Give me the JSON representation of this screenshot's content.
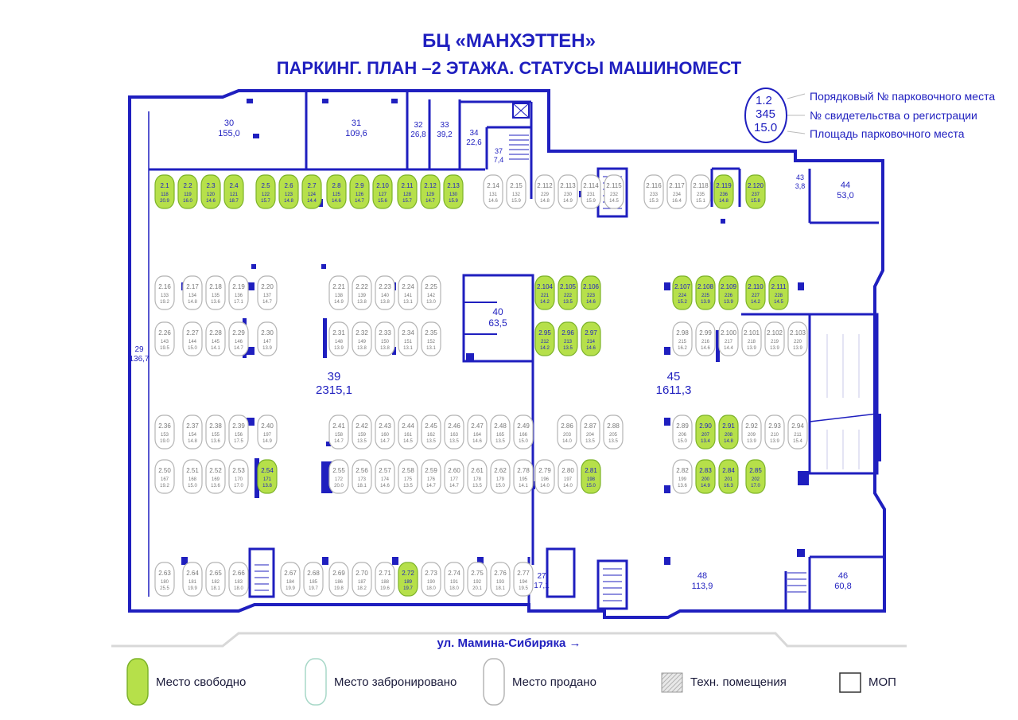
{
  "title": "БЦ «МАНХЭТТЕН»",
  "subtitle": "ПАРКИНГ. ПЛАН –2 ЭТАЖА. СТАТУСЫ МАШИНОМЕСТ",
  "key": {
    "sample_num": "1.2",
    "sample_cert": "345",
    "sample_area": "15.0",
    "line_num": "Порядковый № парковочного места",
    "line_cert": "№ свидетельства о регистрации",
    "line_area": "Площадь парковочного места"
  },
  "street": "ул. Мамина-Сибиряка →",
  "legend": {
    "free": "Место свободно",
    "reserved": "Место забронировано",
    "sold": "Место продано",
    "tech": "Техн. помещения",
    "mop": "МОП"
  },
  "colors": {
    "wall": "#1f1fbf",
    "free_fill": "#b6e04a",
    "free_stroke": "#7db32a",
    "reserved_stroke": "#a8d8c8",
    "sold_stroke": "#b5b5b5",
    "text_blue": "#1f1fbf",
    "text_grey": "#777777"
  },
  "rooms": [
    {
      "id": "r30",
      "num": "30",
      "area": "155,0"
    },
    {
      "id": "r31",
      "num": "31",
      "area": "109,6"
    },
    {
      "id": "r32",
      "num": "32",
      "area": "26,8"
    },
    {
      "id": "r33",
      "num": "33",
      "area": "39,2"
    },
    {
      "id": "r34",
      "num": "34",
      "area": "22,6"
    },
    {
      "id": "r37",
      "num": "37",
      "area": "7,4"
    },
    {
      "id": "r43",
      "num": "43",
      "area": "3,8"
    },
    {
      "id": "r44",
      "num": "44",
      "area": "53,0"
    },
    {
      "id": "r29",
      "num": "29",
      "area": "136,7"
    },
    {
      "id": "r40",
      "num": "40",
      "area": "63,5"
    },
    {
      "id": "r39",
      "num": "39",
      "area": "2315,1"
    },
    {
      "id": "r45",
      "num": "45",
      "area": "1611,3"
    },
    {
      "id": "r27",
      "num": "27",
      "area": "17,1"
    },
    {
      "id": "r48",
      "num": "48",
      "area": "113,9"
    },
    {
      "id": "r46",
      "num": "46",
      "area": "60,8"
    }
  ],
  "spots": [
    {
      "num": "2.1",
      "cert": "118",
      "area": "20.9",
      "status": "free"
    },
    {
      "num": "2.2",
      "cert": "119",
      "area": "16.0",
      "status": "free"
    },
    {
      "num": "2.3",
      "cert": "120",
      "area": "14.6",
      "status": "free"
    },
    {
      "num": "2.4",
      "cert": "121",
      "area": "18.7",
      "status": "free"
    },
    {
      "num": "2.5",
      "cert": "122",
      "area": "15.7",
      "status": "free"
    },
    {
      "num": "2.6",
      "cert": "123",
      "area": "14.8",
      "status": "free"
    },
    {
      "num": "2.7",
      "cert": "124",
      "area": "14.4",
      "status": "free"
    },
    {
      "num": "2.8",
      "cert": "125",
      "area": "14.6",
      "status": "free"
    },
    {
      "num": "2.9",
      "cert": "126",
      "area": "14.7",
      "status": "free"
    },
    {
      "num": "2.10",
      "cert": "127",
      "area": "15.6",
      "status": "free"
    },
    {
      "num": "2.11",
      "cert": "128",
      "area": "15.7",
      "status": "free"
    },
    {
      "num": "2.12",
      "cert": "129",
      "area": "14.7",
      "status": "free"
    },
    {
      "num": "2.13",
      "cert": "130",
      "area": "15.9",
      "status": "free"
    },
    {
      "num": "2.14",
      "cert": "131",
      "area": "14.6",
      "status": "sold"
    },
    {
      "num": "2.15",
      "cert": "132",
      "area": "15.9",
      "status": "sold"
    },
    {
      "num": "2.112",
      "cert": "229",
      "area": "14.8",
      "status": "sold"
    },
    {
      "num": "2.113",
      "cert": "230",
      "area": "14.9",
      "status": "sold"
    },
    {
      "num": "2.114",
      "cert": "231",
      "area": "15.9",
      "status": "sold"
    },
    {
      "num": "2.115",
      "cert": "232",
      "area": "14.5",
      "status": "sold"
    },
    {
      "num": "2.116",
      "cert": "233",
      "area": "15.3",
      "status": "sold"
    },
    {
      "num": "2.117",
      "cert": "234",
      "area": "16.4",
      "status": "sold"
    },
    {
      "num": "2.118",
      "cert": "235",
      "area": "15.1",
      "status": "sold"
    },
    {
      "num": "2.119",
      "cert": "236",
      "area": "14.8",
      "status": "free"
    },
    {
      "num": "2.120",
      "cert": "237",
      "area": "15.8",
      "status": "free"
    },
    {
      "num": "2.16",
      "cert": "133",
      "area": "19.2",
      "status": "sold"
    },
    {
      "num": "2.17",
      "cert": "134",
      "area": "14.8",
      "status": "sold"
    },
    {
      "num": "2.18",
      "cert": "135",
      "area": "13.6",
      "status": "sold"
    },
    {
      "num": "2.19",
      "cert": "136",
      "area": "17.1",
      "status": "sold"
    },
    {
      "num": "2.20",
      "cert": "137",
      "area": "14.7",
      "status": "sold"
    },
    {
      "num": "2.21",
      "cert": "138",
      "area": "14.9",
      "status": "sold"
    },
    {
      "num": "2.22",
      "cert": "139",
      "area": "13.8",
      "status": "sold"
    },
    {
      "num": "2.23",
      "cert": "140",
      "area": "13.8",
      "status": "sold"
    },
    {
      "num": "2.24",
      "cert": "141",
      "area": "13.1",
      "status": "sold"
    },
    {
      "num": "2.25",
      "cert": "142",
      "area": "13.0",
      "status": "sold"
    },
    {
      "num": "2.104",
      "cert": "221",
      "area": "14.2",
      "status": "free"
    },
    {
      "num": "2.105",
      "cert": "222",
      "area": "13.5",
      "status": "free"
    },
    {
      "num": "2.106",
      "cert": "223",
      "area": "14.6",
      "status": "free"
    },
    {
      "num": "2.107",
      "cert": "224",
      "area": "15.2",
      "status": "free"
    },
    {
      "num": "2.108",
      "cert": "225",
      "area": "13.9",
      "status": "free"
    },
    {
      "num": "2.109",
      "cert": "226",
      "area": "13.9",
      "status": "free"
    },
    {
      "num": "2.110",
      "cert": "227",
      "area": "14.2",
      "status": "free"
    },
    {
      "num": "2.111",
      "cert": "228",
      "area": "14.5",
      "status": "free"
    },
    {
      "num": "2.26",
      "cert": "143",
      "area": "19.5",
      "status": "sold"
    },
    {
      "num": "2.27",
      "cert": "144",
      "area": "15.0",
      "status": "sold"
    },
    {
      "num": "2.28",
      "cert": "145",
      "area": "14.1",
      "status": "sold"
    },
    {
      "num": "2.29",
      "cert": "146",
      "area": "14.7",
      "status": "sold"
    },
    {
      "num": "2.30",
      "cert": "147",
      "area": "13.9",
      "status": "sold"
    },
    {
      "num": "2.31",
      "cert": "148",
      "area": "13.9",
      "status": "sold"
    },
    {
      "num": "2.32",
      "cert": "149",
      "area": "13.8",
      "status": "sold"
    },
    {
      "num": "2.33",
      "cert": "150",
      "area": "13.8",
      "status": "sold"
    },
    {
      "num": "2.34",
      "cert": "151",
      "area": "13.1",
      "status": "sold"
    },
    {
      "num": "2.35",
      "cert": "152",
      "area": "13.1",
      "status": "sold"
    },
    {
      "num": "2.95",
      "cert": "212",
      "area": "14.2",
      "status": "free"
    },
    {
      "num": "2.96",
      "cert": "213",
      "area": "13.5",
      "status": "free"
    },
    {
      "num": "2.97",
      "cert": "214",
      "area": "14.6",
      "status": "free"
    },
    {
      "num": "2.98",
      "cert": "215",
      "area": "16.2",
      "status": "sold"
    },
    {
      "num": "2.99",
      "cert": "216",
      "area": "14.6",
      "status": "sold"
    },
    {
      "num": "2.100",
      "cert": "217",
      "area": "14.4",
      "status": "sold"
    },
    {
      "num": "2.101",
      "cert": "218",
      "area": "13.9",
      "status": "sold"
    },
    {
      "num": "2.102",
      "cert": "219",
      "area": "13.9",
      "status": "sold"
    },
    {
      "num": "2.103",
      "cert": "220",
      "area": "13.9",
      "status": "sold"
    },
    {
      "num": "2.36",
      "cert": "153",
      "area": "19.0",
      "status": "sold"
    },
    {
      "num": "2.37",
      "cert": "154",
      "area": "14.8",
      "status": "sold"
    },
    {
      "num": "2.38",
      "cert": "155",
      "area": "13.6",
      "status": "sold"
    },
    {
      "num": "2.39",
      "cert": "156",
      "area": "17.5",
      "status": "sold"
    },
    {
      "num": "2.40",
      "cert": "197",
      "area": "14.9",
      "status": "sold"
    },
    {
      "num": "2.41",
      "cert": "158",
      "area": "14.7",
      "status": "sold"
    },
    {
      "num": "2.42",
      "cert": "159",
      "area": "13.5",
      "status": "sold"
    },
    {
      "num": "2.43",
      "cert": "160",
      "area": "14.7",
      "status": "sold"
    },
    {
      "num": "2.44",
      "cert": "161",
      "area": "14.5",
      "status": "sold"
    },
    {
      "num": "2.45",
      "cert": "162",
      "area": "13.5",
      "status": "sold"
    },
    {
      "num": "2.46",
      "cert": "163",
      "area": "13.5",
      "status": "sold"
    },
    {
      "num": "2.47",
      "cert": "164",
      "area": "14.6",
      "status": "sold"
    },
    {
      "num": "2.48",
      "cert": "165",
      "area": "13.5",
      "status": "sold"
    },
    {
      "num": "2.49",
      "cert": "166",
      "area": "15.0",
      "status": "sold"
    },
    {
      "num": "2.86",
      "cert": "203",
      "area": "14.0",
      "status": "sold"
    },
    {
      "num": "2.87",
      "cert": "204",
      "area": "13.5",
      "status": "sold"
    },
    {
      "num": "2.88",
      "cert": "205",
      "area": "13.5",
      "status": "sold"
    },
    {
      "num": "2.89",
      "cert": "206",
      "area": "15.0",
      "status": "sold"
    },
    {
      "num": "2.90",
      "cert": "207",
      "area": "13.4",
      "status": "free"
    },
    {
      "num": "2.91",
      "cert": "208",
      "area": "14.8",
      "status": "free"
    },
    {
      "num": "2.92",
      "cert": "209",
      "area": "13.9",
      "status": "sold"
    },
    {
      "num": "2.93",
      "cert": "210",
      "area": "13.9",
      "status": "sold"
    },
    {
      "num": "2.94",
      "cert": "211",
      "area": "15.4",
      "status": "sold"
    },
    {
      "num": "2.50",
      "cert": "167",
      "area": "19.2",
      "status": "sold"
    },
    {
      "num": "2.51",
      "cert": "168",
      "area": "15.0",
      "status": "sold"
    },
    {
      "num": "2.52",
      "cert": "169",
      "area": "13.6",
      "status": "sold"
    },
    {
      "num": "2.53",
      "cert": "170",
      "area": "17.0",
      "status": "sold"
    },
    {
      "num": "2.54",
      "cert": "171",
      "area": "13.8",
      "status": "free"
    },
    {
      "num": "2.55",
      "cert": "172",
      "area": "20.0",
      "status": "sold"
    },
    {
      "num": "2.56",
      "cert": "173",
      "area": "18.1",
      "status": "sold"
    },
    {
      "num": "2.57",
      "cert": "174",
      "area": "14.6",
      "status": "sold"
    },
    {
      "num": "2.58",
      "cert": "175",
      "area": "13.5",
      "status": "sold"
    },
    {
      "num": "2.59",
      "cert": "176",
      "area": "14.7",
      "status": "sold"
    },
    {
      "num": "2.60",
      "cert": "177",
      "area": "14.7",
      "status": "sold"
    },
    {
      "num": "2.61",
      "cert": "178",
      "area": "13.5",
      "status": "sold"
    },
    {
      "num": "2.62",
      "cert": "179",
      "area": "15.0",
      "status": "sold"
    },
    {
      "num": "2.78",
      "cert": "195",
      "area": "14.1",
      "status": "sold"
    },
    {
      "num": "2.79",
      "cert": "196",
      "area": "14.0",
      "status": "sold"
    },
    {
      "num": "2.80",
      "cert": "197",
      "area": "14.0",
      "status": "sold"
    },
    {
      "num": "2.81",
      "cert": "198",
      "area": "15.0",
      "status": "free"
    },
    {
      "num": "2.82",
      "cert": "199",
      "area": "13.6",
      "status": "sold"
    },
    {
      "num": "2.83",
      "cert": "200",
      "area": "14.9",
      "status": "free"
    },
    {
      "num": "2.84",
      "cert": "201",
      "area": "16.3",
      "status": "free"
    },
    {
      "num": "2.85",
      "cert": "202",
      "area": "17.0",
      "status": "free"
    },
    {
      "num": "2.63",
      "cert": "180",
      "area": "25.5",
      "status": "sold"
    },
    {
      "num": "2.64",
      "cert": "181",
      "area": "19.9",
      "status": "sold"
    },
    {
      "num": "2.65",
      "cert": "182",
      "area": "18.1",
      "status": "sold"
    },
    {
      "num": "2.66",
      "cert": "183",
      "area": "18.0",
      "status": "sold"
    },
    {
      "num": "2.67",
      "cert": "184",
      "area": "19.9",
      "status": "sold"
    },
    {
      "num": "2.68",
      "cert": "185",
      "area": "19.7",
      "status": "sold"
    },
    {
      "num": "2.69",
      "cert": "186",
      "area": "19.8",
      "status": "sold"
    },
    {
      "num": "2.70",
      "cert": "187",
      "area": "18.2",
      "status": "sold"
    },
    {
      "num": "2.71",
      "cert": "188",
      "area": "19.6",
      "status": "sold"
    },
    {
      "num": "2.72",
      "cert": "189",
      "area": "19.7",
      "status": "free"
    },
    {
      "num": "2.73",
      "cert": "190",
      "area": "18.0",
      "status": "sold"
    },
    {
      "num": "2.74",
      "cert": "191",
      "area": "18.0",
      "status": "sold"
    },
    {
      "num": "2.75",
      "cert": "192",
      "area": "20.1",
      "status": "sold"
    },
    {
      "num": "2.76",
      "cert": "193",
      "area": "18.1",
      "status": "sold"
    },
    {
      "num": "2.77",
      "cert": "194",
      "area": "19.5",
      "status": "sold"
    }
  ]
}
